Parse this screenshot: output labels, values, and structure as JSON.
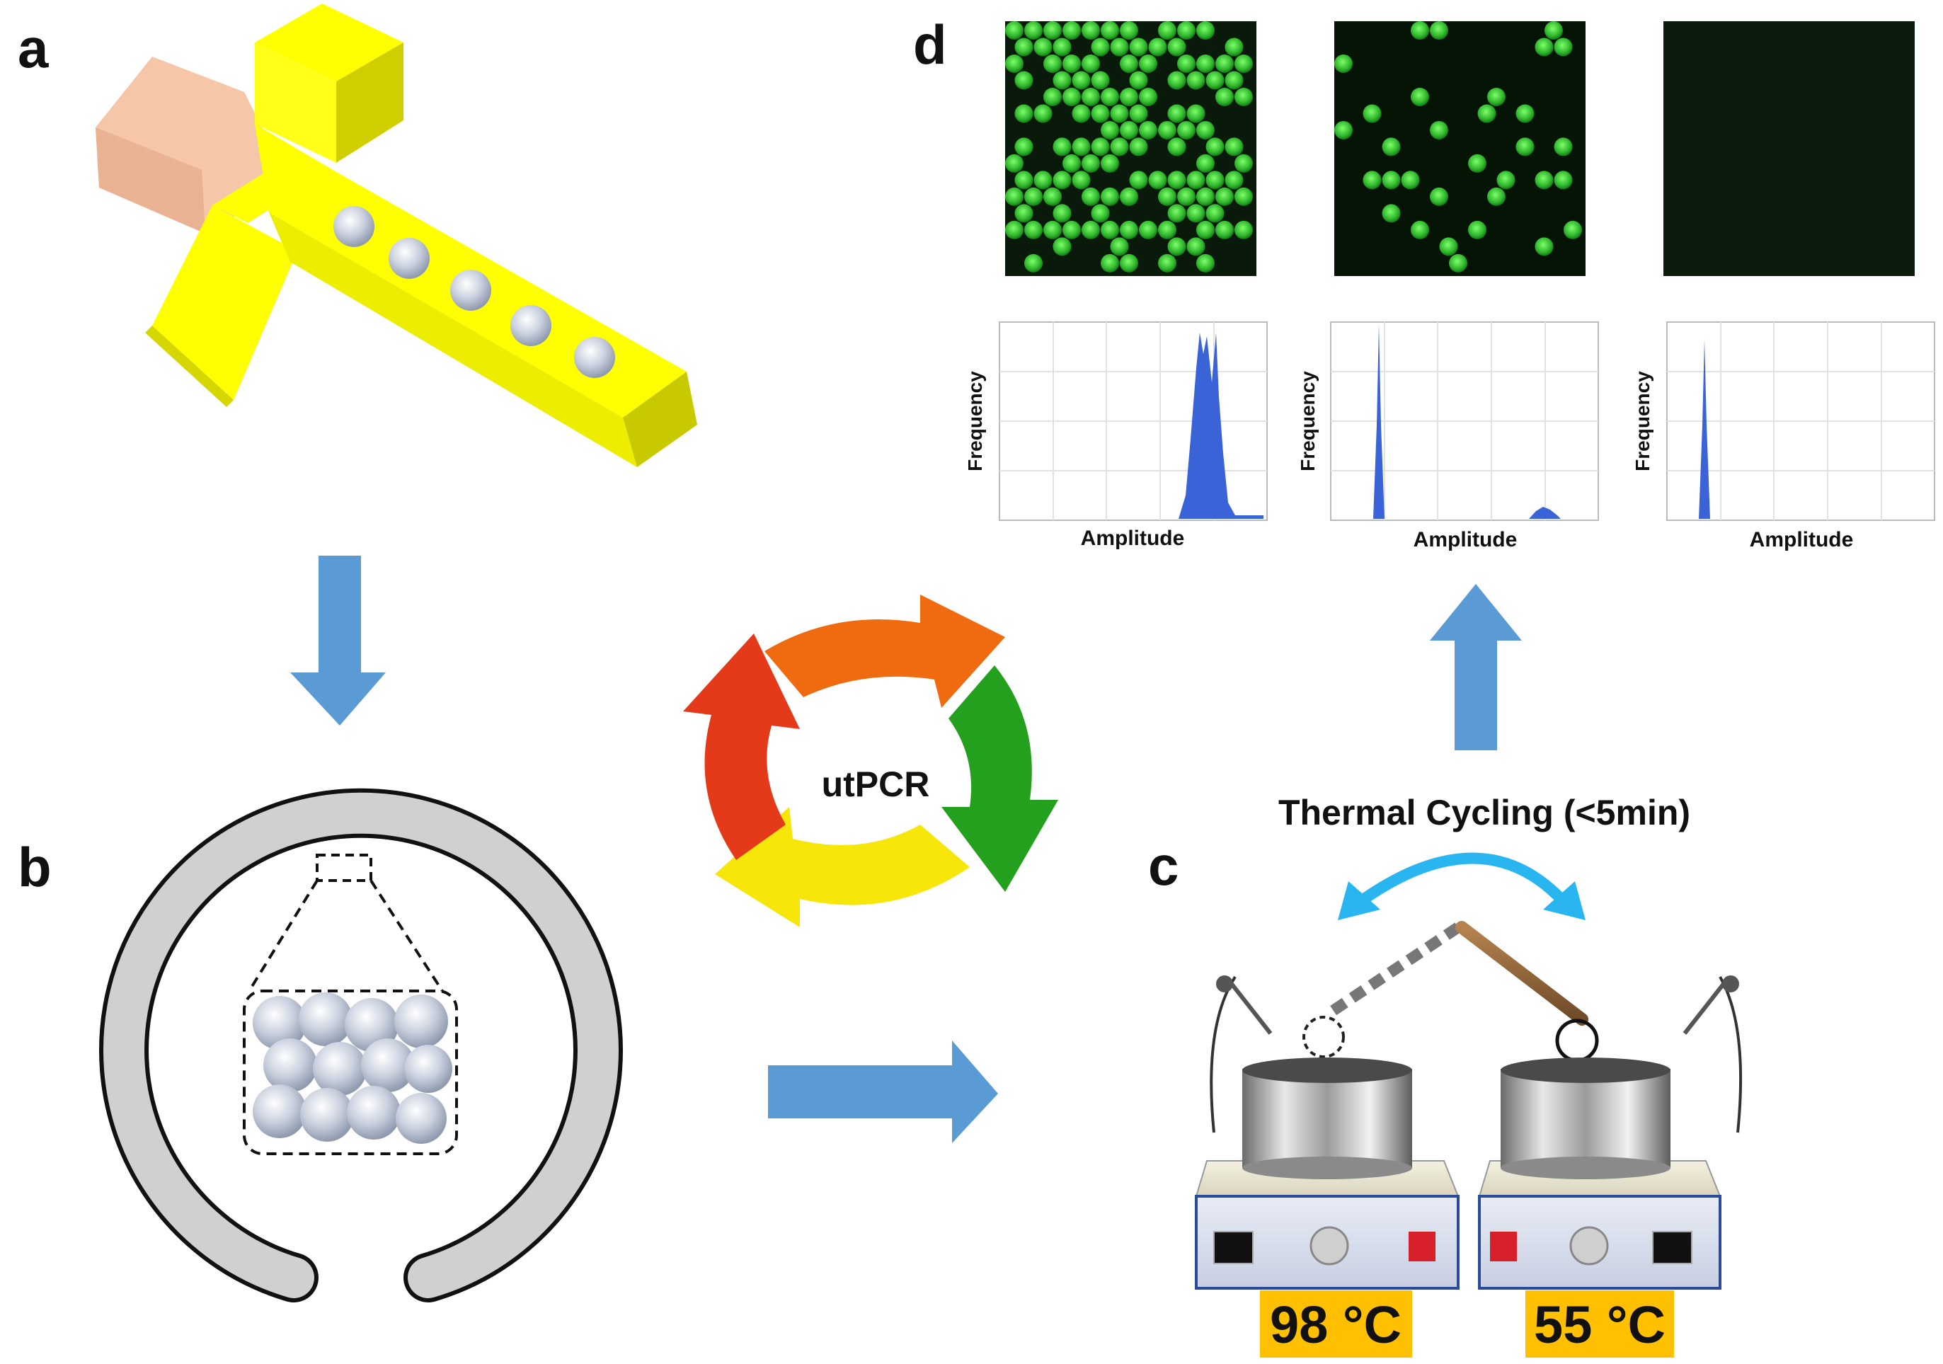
{
  "panels": {
    "a": "a",
    "b": "b",
    "c": "c",
    "d": "d"
  },
  "cycle_label": "utPCR",
  "thermal_cycling_label": "Thermal Cycling (<5min)",
  "temperatures": {
    "left": "98 °C",
    "right": "55 °C"
  },
  "histograms": [
    {
      "ylabel": "Frequency",
      "xlabel": "Amplitude"
    },
    {
      "ylabel": "Frequency",
      "xlabel": "Amplitude"
    },
    {
      "ylabel": "Frequency",
      "xlabel": "Amplitude"
    }
  ],
  "colors": {
    "arrow_blue": "#5b9bd5",
    "channel_yellow": "#ffff00",
    "inlet_peach": "#f5c6a8",
    "ring_gray": "#d0d0d0",
    "hist_blue": "#3b63d8",
    "temp_bg": "#ffc000",
    "cycle_red": "#e53a1a",
    "cycle_orange": "#f06a10",
    "cycle_green": "#22a01e",
    "cycle_yellow": "#f6e60a",
    "fluor_green": "#38c038"
  },
  "icons": [
    "down-arrow-icon",
    "right-arrow-icon",
    "up-arrow-icon",
    "cycle-arrows-icon",
    "swap-arc-icon"
  ]
}
